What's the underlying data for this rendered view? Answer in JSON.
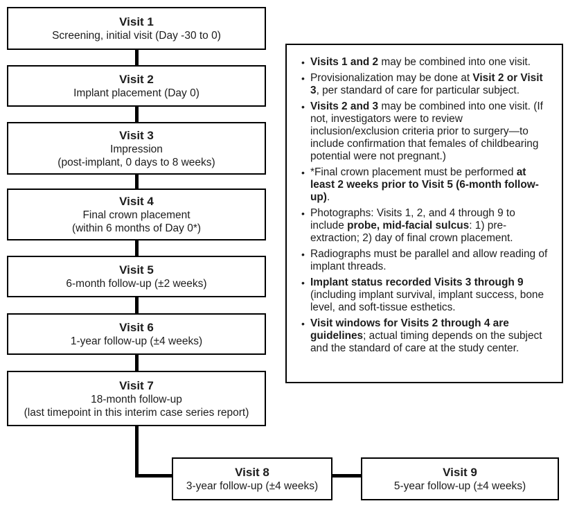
{
  "colors": {
    "background": "#ffffff",
    "line_and_border": "#000000",
    "text": "#1c1c1c"
  },
  "flowchart": {
    "visits": [
      {
        "title": "Visit 1",
        "lines": [
          "Screening, initial visit (Day -30 to 0)"
        ]
      },
      {
        "title": "Visit 2",
        "lines": [
          "Implant placement (Day 0)"
        ]
      },
      {
        "title": "Visit 3",
        "lines": [
          "Impression",
          "(post-implant, 0 days to 8 weeks)"
        ]
      },
      {
        "title": "Visit 4",
        "lines": [
          "Final crown placement",
          "(within 6 months of Day 0*)"
        ]
      },
      {
        "title": "Visit 5",
        "lines": [
          "6-month follow-up (±2 weeks)"
        ]
      },
      {
        "title": "Visit 6",
        "lines": [
          "1-year follow-up (±4 weeks)"
        ]
      },
      {
        "title": "Visit 7",
        "lines": [
          "18-month follow-up",
          "(last timepoint in this interim case series report)"
        ]
      },
      {
        "title": "Visit 8",
        "lines": [
          "3-year follow-up (±4 weeks)"
        ]
      },
      {
        "title": "Visit 9",
        "lines": [
          "5-year follow-up (±4 weeks)"
        ]
      }
    ]
  },
  "notes": {
    "bullet": "•",
    "items": [
      {
        "segments": [
          {
            "text": "Visits 1 and 2",
            "bold": true
          },
          {
            "text": " may be combined into one visit.",
            "bold": false
          }
        ]
      },
      {
        "segments": [
          {
            "text": "Provisionalization may be done at ",
            "bold": false
          },
          {
            "text": "Visit 2 or Visit 3",
            "bold": true
          },
          {
            "text": ", per standard of care for particular subject.",
            "bold": false
          }
        ]
      },
      {
        "segments": [
          {
            "text": "Visits 2 and 3",
            "bold": true
          },
          {
            "text": " may be combined into one visit. (If not, investigators were to review inclusion/exclusion criteria prior to surgery—to include confirmation that females of childbearing potential were not pregnant.)",
            "bold": false
          }
        ]
      },
      {
        "segments": [
          {
            "text": "*Final crown placement must be performed ",
            "bold": false
          },
          {
            "text": "at least 2 weeks prior to Visit 5 (6-month follow-up)",
            "bold": true
          },
          {
            "text": ".",
            "bold": false
          }
        ]
      },
      {
        "segments": [
          {
            "text": "Photographs: Visits 1, 2, and 4 through 9 to include ",
            "bold": false
          },
          {
            "text": "probe, mid-facial sulcus",
            "bold": true
          },
          {
            "text": ": 1) pre-extraction; 2) day of final crown placement.",
            "bold": false
          }
        ]
      },
      {
        "segments": [
          {
            "text": "Radiographs must be parallel and allow reading of implant threads.",
            "bold": false
          }
        ]
      },
      {
        "segments": [
          {
            "text": "Implant status recorded Visits 3 through 9",
            "bold": true
          },
          {
            "text": " (including implant survival, implant success, bone level, and soft-tissue esthetics.",
            "bold": false
          }
        ]
      },
      {
        "segments": [
          {
            "text": "Visit windows for Visits 2 through 4 are guidelines",
            "bold": true
          },
          {
            "text": "; actual timing depends on the subject and the standard of care at the study center.",
            "bold": false
          }
        ]
      }
    ]
  }
}
